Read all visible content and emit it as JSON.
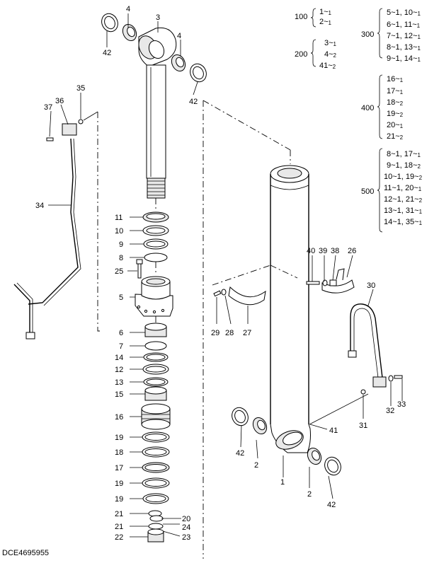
{
  "drawing_code": "DCE4695955",
  "callouts": {
    "c1": "1",
    "c2a": "2",
    "c2b": "2",
    "c3": "3",
    "c4a": "4",
    "c4b": "4",
    "c5": "5",
    "c6": "6",
    "c7": "7",
    "c8": "8",
    "c9": "9",
    "c10": "10",
    "c11": "11",
    "c12": "12",
    "c13": "13",
    "c14": "14",
    "c15": "15",
    "c16": "16",
    "c17": "17",
    "c18": "18",
    "c19a": "19",
    "c19b": "19",
    "c19c": "19",
    "c20": "20",
    "c21a": "21",
    "c21b": "21",
    "c22": "22",
    "c23": "23",
    "c24": "24",
    "c25": "25",
    "c26": "26",
    "c27": "27",
    "c28": "28",
    "c29": "29",
    "c30": "30",
    "c31": "31",
    "c32": "32",
    "c33": "33",
    "c34": "34",
    "c35": "35",
    "c36": "36",
    "c37": "37",
    "c38": "38",
    "c39": "39",
    "c40": "40",
    "c41": "41",
    "c42a": "42",
    "c42b": "42",
    "c42c": "42",
    "c42d": "42"
  },
  "groups": [
    {
      "id": "100",
      "items": [
        {
          "text": "1~",
          "qty": "1"
        },
        {
          "text": "2~",
          "qty": "1"
        }
      ]
    },
    {
      "id": "200",
      "items": [
        {
          "text": "3~",
          "qty": "1"
        },
        {
          "text": "4~",
          "qty": "2"
        },
        {
          "text": "41~",
          "qty": "2"
        }
      ]
    },
    {
      "id": "300",
      "items": [
        {
          "text": "5~1, 10~",
          "qty": "1"
        },
        {
          "text": "6~1, 11~",
          "qty": "1"
        },
        {
          "text": "7~1, 12~",
          "qty": "1"
        },
        {
          "text": "8~1, 13~",
          "qty": "1"
        },
        {
          "text": "9~1, 14~",
          "qty": "1"
        }
      ]
    },
    {
      "id": "400",
      "items": [
        {
          "text": "16~",
          "qty": "1"
        },
        {
          "text": "17~",
          "qty": "1"
        },
        {
          "text": "18~",
          "qty": "2"
        },
        {
          "text": "19~",
          "qty": "2"
        },
        {
          "text": "20~",
          "qty": "1"
        },
        {
          "text": "21~",
          "qty": "2"
        }
      ]
    },
    {
      "id": "500",
      "items": [
        {
          "text": "8~1,  17~",
          "qty": "1"
        },
        {
          "text": "9~1,  18~",
          "qty": "2"
        },
        {
          "text": "10~1, 19~",
          "qty": "2"
        },
        {
          "text": "11~1, 20~",
          "qty": "1"
        },
        {
          "text": "12~1, 21~",
          "qty": "2"
        },
        {
          "text": "13~1, 31~",
          "qty": "1"
        },
        {
          "text": "14~1, 35~",
          "qty": "1"
        }
      ]
    }
  ]
}
